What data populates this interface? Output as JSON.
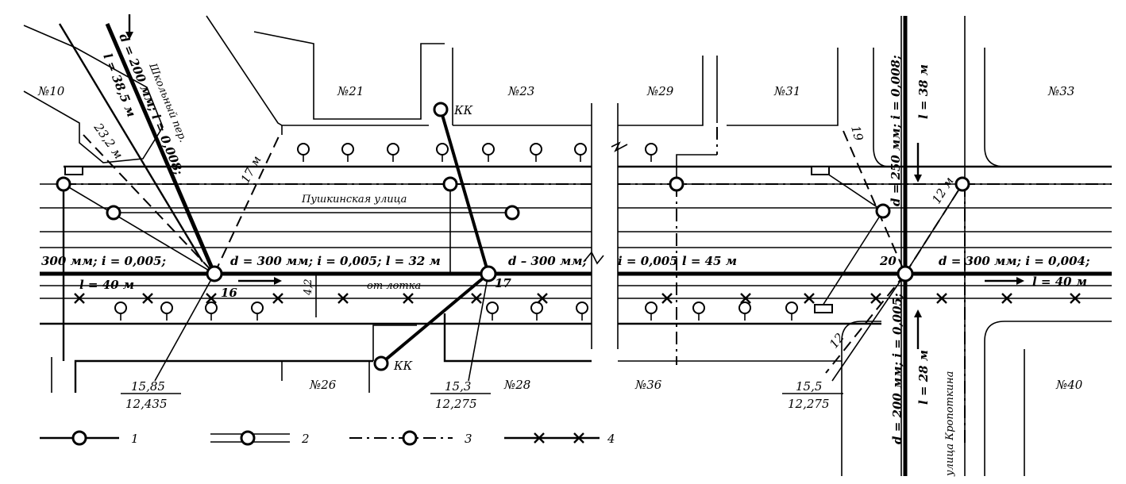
{
  "blocks": {
    "b10": "№10",
    "b21": "№21",
    "b23": "№23",
    "b29": "№29",
    "b31": "№31",
    "b33": "№33",
    "b26": "№26",
    "b28": "№28",
    "b36": "№36",
    "b40": "№40"
  },
  "streets": {
    "pushkinskaya": "Пушкинская улица",
    "shkolny": "Школьный пер.",
    "kropotkina": "улица Кропоткина"
  },
  "wells": {
    "w16": "16",
    "w17": "17",
    "w20": "20",
    "kk_top": "КК",
    "kk_bottom": "КК"
  },
  "elevations": {
    "e16_top": "15,85",
    "e16_bottom": "12,435",
    "e17_top": "15,3",
    "e17_bottom": "12,275",
    "e20_top": "15,5",
    "e20_bottom": "12,275"
  },
  "pipe_labels": {
    "main_left": "300 мм;   i = 0,005;",
    "main_mid": "d = 300 мм;   i = 0,005;   l = 32 м",
    "main_right_a": "d – 300 мм;",
    "main_right_b": "i = 0,005   l = 45 м",
    "main_far_right": "d = 300 мм;   i = 0,004;",
    "len_left": "l = 40 м",
    "len_right": "l = 40 м",
    "len_17m": "17 м",
    "len_42": "4,2",
    "from_tray": "от лотка",
    "shkolny_pipe": "d = 200 мм;  i = 0,008;",
    "shkolny_len": "l = 38,5 м",
    "len_232": "23,2 м",
    "kropotkina_top": "d = 250 мм;  i = 0,008;",
    "kropotkina_top_len": "l = 38 м",
    "kropotkina_bottom": "d = 200 мм;  i = 0,005;",
    "kropotkina_bottom_len": "l = 28 м",
    "len_19": "19",
    "len_12m": "12 м",
    "len_12": "12"
  },
  "legend": {
    "l1": "1",
    "l2": "2",
    "l3": "3",
    "l4": "4"
  }
}
